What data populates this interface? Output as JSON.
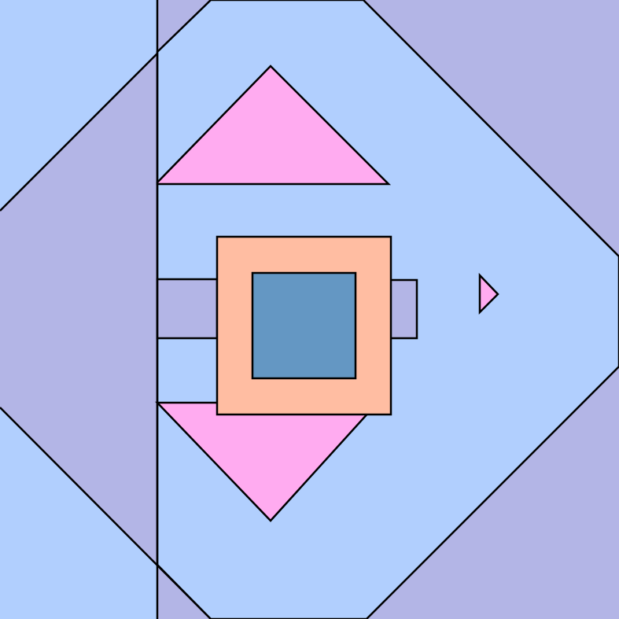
{
  "palette": {
    "lavender": "#b3b5e6",
    "light_blue": "#b1cffe",
    "pink": "#ffabf0",
    "peach": "#ffbda2",
    "steel_blue": "#6497c3",
    "outline": "#000000"
  },
  "shapes": [
    {
      "name": "lavender-background",
      "kind": "rect",
      "color": "lavender"
    },
    {
      "name": "left-corner-light-blue-region-top",
      "kind": "polygon",
      "color": "light_blue"
    },
    {
      "name": "left-corner-light-blue-region-bottom",
      "kind": "polygon",
      "color": "light_blue"
    },
    {
      "name": "left-lavender-diamond-half",
      "kind": "polygon",
      "color": "lavender"
    },
    {
      "name": "large-light-blue-diamond",
      "kind": "polygon",
      "color": "light_blue"
    },
    {
      "name": "left-notch-lavender-band",
      "kind": "polygon",
      "color": "lavender"
    },
    {
      "name": "top-pink-triangle",
      "kind": "polygon",
      "color": "pink"
    },
    {
      "name": "bottom-pink-triangle",
      "kind": "polygon",
      "color": "pink"
    },
    {
      "name": "right-lavender-tab",
      "kind": "rect",
      "color": "lavender"
    },
    {
      "name": "peach-square",
      "kind": "rect",
      "color": "peach"
    },
    {
      "name": "steel-blue-inner-square",
      "kind": "rect",
      "color": "steel_blue"
    },
    {
      "name": "small-pink-arrow-triangle",
      "kind": "polygon",
      "color": "pink"
    }
  ]
}
